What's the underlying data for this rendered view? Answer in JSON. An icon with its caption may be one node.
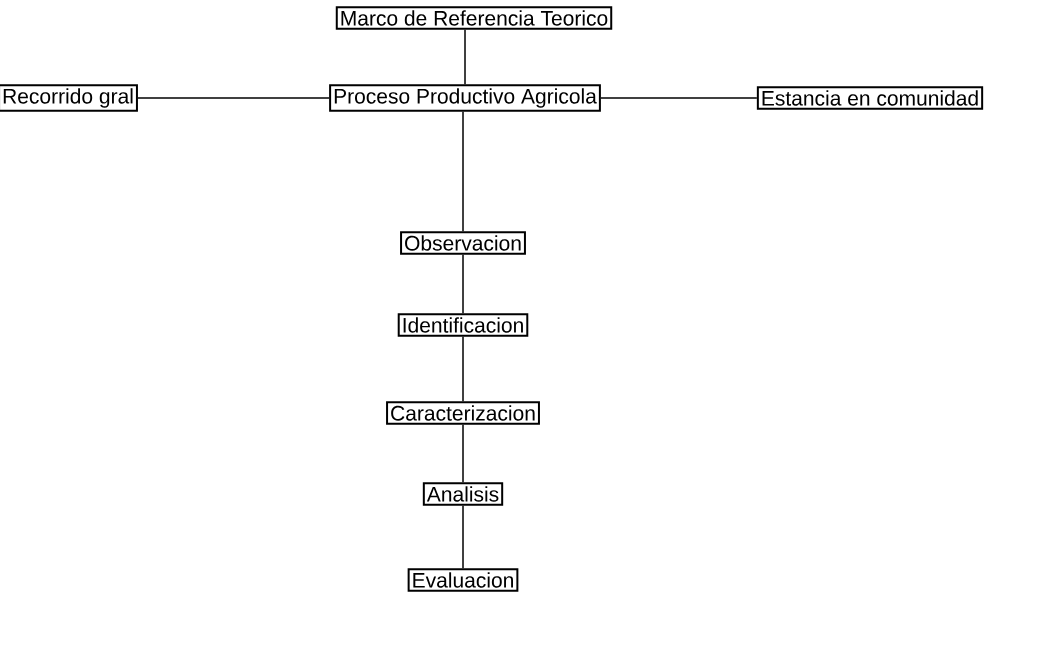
{
  "diagram": {
    "nodes": [
      {
        "text": [
          "Marco de Referencia Teorico"
        ]
      },
      {
        "text": [
          "Recorrido gral"
        ]
      },
      {
        "text": [
          "Proceso Productivo Agricola"
        ]
      },
      {
        "text": [
          "Estancia en comunidad"
        ]
      },
      {
        "text": [
          "Observacion"
        ]
      },
      {
        "text": [
          "Identificacion"
        ]
      },
      {
        "text": [
          "Caracterizacion"
        ]
      },
      {
        "text": [
          "Analisis"
        ]
      },
      {
        "text": [
          "Evaluacion"
        ]
      }
    ],
    "edges": [
      {
        "from": 0,
        "to": 2,
        "arrow": "none"
      },
      {
        "from": 1,
        "to": 2,
        "arrow": "none"
      },
      {
        "from": 2,
        "to": 3,
        "arrow": "none"
      },
      {
        "from": 2,
        "to": 4,
        "arrow": "none"
      },
      {
        "from": 4,
        "to": 5,
        "arrow": "none"
      },
      {
        "from": 5,
        "to": 6,
        "arrow": "none"
      },
      {
        "from": 6,
        "to": 7,
        "arrow": "none"
      },
      {
        "from": 7,
        "to": 8,
        "arrow": "none"
      }
    ]
  }
}
